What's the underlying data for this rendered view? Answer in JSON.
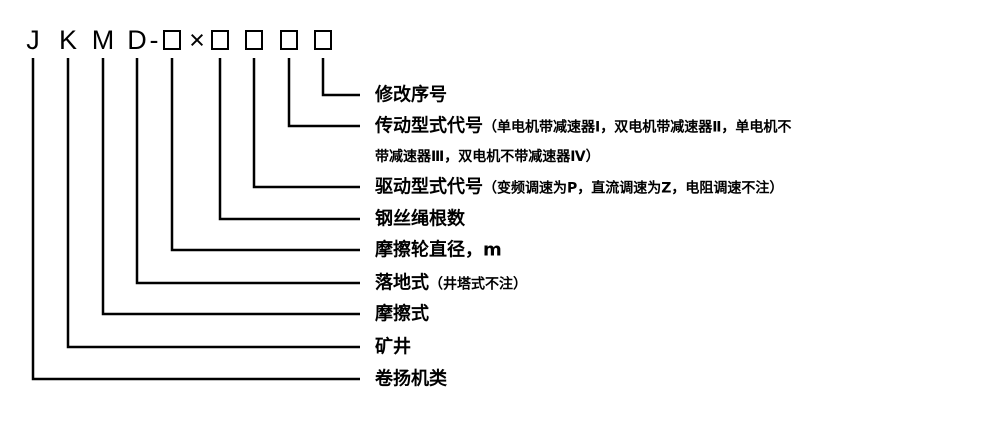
{
  "model_code": {
    "letters": [
      "J",
      "K",
      "M",
      "D"
    ],
    "dash": "-",
    "times": "×"
  },
  "labels": [
    {
      "main": "修改序号",
      "note": ""
    },
    {
      "main": "传动型式代号",
      "note": "（单电机带减速器Ⅰ，双电机带减速器Ⅱ，单电机不",
      "note_cont": "带减速器Ⅲ，双电机不带减速器Ⅳ）"
    },
    {
      "main": "驱动型式代号",
      "note": "（变频调速为P，直流调速为Z，电阻调速不注）"
    },
    {
      "main": "钢丝绳根数",
      "note": ""
    },
    {
      "main": "摩擦轮直径，m",
      "note": ""
    },
    {
      "main": "落地式",
      "note": "（井塔式不注）"
    },
    {
      "main": "摩擦式",
      "note": ""
    },
    {
      "main": "矿井",
      "note": ""
    },
    {
      "main": "卷扬机类",
      "note": ""
    }
  ]
}
